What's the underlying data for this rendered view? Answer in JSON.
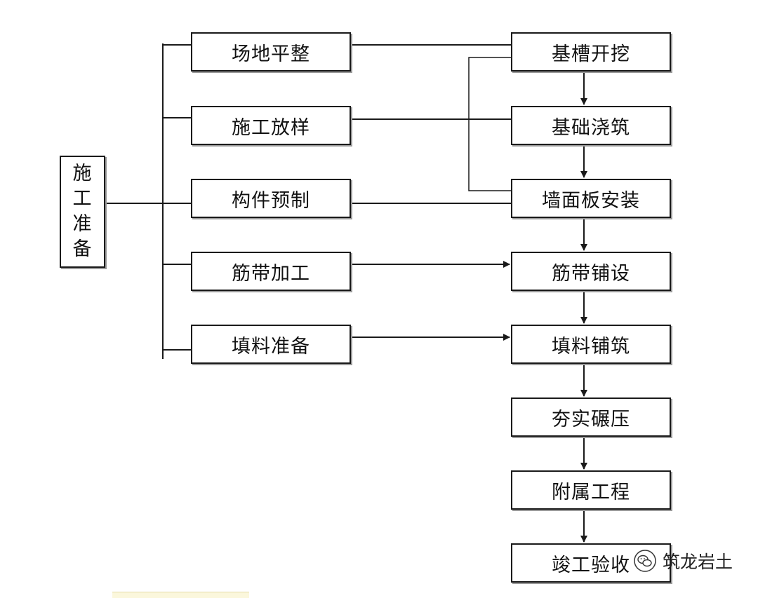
{
  "root": {
    "label": [
      "施",
      "工",
      "准",
      "备"
    ]
  },
  "prep_steps": [
    "场地平整",
    "施工放样",
    "构件预制",
    "筋带加工",
    "填料准备"
  ],
  "main_steps": [
    "基槽开挖",
    "基础浇筑",
    "墙面板安装",
    "筋带铺设",
    "填料铺筑",
    "夯实碾压",
    "附属工程",
    "竣工验收"
  ],
  "watermark": {
    "text": "筑龙岩土",
    "icon": "wechat-icon"
  },
  "colors": {
    "line": "#1a1a1a",
    "box_border": "#1a1a1a",
    "shadow": "#9a9a9a"
  }
}
